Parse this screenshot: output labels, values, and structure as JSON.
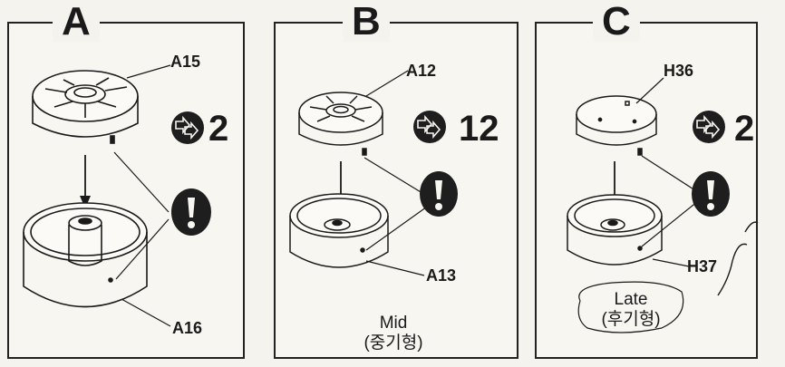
{
  "panels": [
    {
      "letter": "A",
      "top_part": "A15",
      "bottom_part": "A16",
      "step_count": "2",
      "variant": null
    },
    {
      "letter": "B",
      "top_part": "A12",
      "bottom_part": "A13",
      "step_count": "12",
      "variant": {
        "line1": "Mid",
        "line2": "(중기형)"
      }
    },
    {
      "letter": "C",
      "top_part": "H36",
      "bottom_part": "H37",
      "step_count": "2",
      "variant": {
        "line1": "Late",
        "line2": "(후기형)"
      }
    }
  ],
  "icons": {
    "repeat": "double-arrow-repeat-icon",
    "caution": "exclamation-warning-icon"
  },
  "colors": {
    "line": "#1a1a1a",
    "paper": "#f4f3ee",
    "icon_fill": "#1e1e1e"
  }
}
